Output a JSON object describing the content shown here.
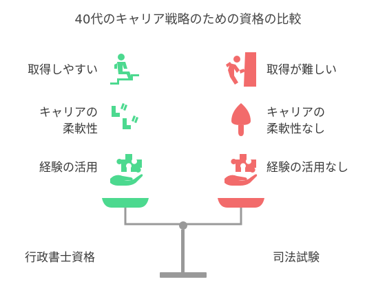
{
  "title": "40代のキャリア戦略のための資格の比較",
  "left": {
    "name": "行政書士資格",
    "color": "#4cd98f",
    "items": [
      {
        "label": "取得しやすい",
        "icon": "easy-step-person-icon"
      },
      {
        "label_lines": [
          "キャリアの",
          "柔軟性"
        ],
        "icon": "flexible-paths-icon"
      },
      {
        "label": "経験の活用",
        "icon": "hand-puzzle-icon"
      }
    ]
  },
  "right": {
    "name": "司法試験",
    "color": "#f26b6b",
    "items": [
      {
        "label": "取得が難しい",
        "icon": "climbing-person-icon"
      },
      {
        "label_lines": [
          "キャリアの",
          "柔軟性なし"
        ],
        "icon": "rigid-mushroom-icon"
      },
      {
        "label": "経験の活用なし",
        "icon": "hand-puzzle-icon"
      }
    ]
  },
  "scale_color": "#999999"
}
